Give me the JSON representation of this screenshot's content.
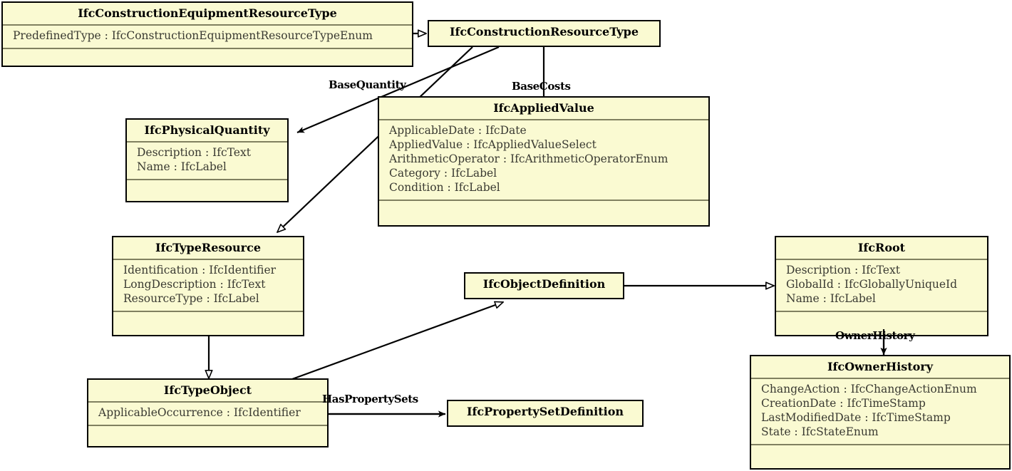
{
  "diagram": {
    "kind": "uml-class-diagram",
    "colors": {
      "class_fill": "#fafad2",
      "class_border": "#000000",
      "compartment_separator": "#808060",
      "edge": "#000000",
      "attribute_text": "#3a3a32",
      "background": "#ffffff"
    },
    "classes": [
      {
        "id": "IfcConstructionEquipmentResourceType",
        "name": "IfcConstructionEquipmentResourceType",
        "attributes": [
          "PredefinedType : IfcConstructionEquipmentResourceTypeEnum"
        ],
        "has_operations_compartment": true
      },
      {
        "id": "IfcConstructionResourceType",
        "name": "IfcConstructionResourceType",
        "attributes": [],
        "has_operations_compartment": false
      },
      {
        "id": "IfcPhysicalQuantity",
        "name": "IfcPhysicalQuantity",
        "attributes": [
          "Description : IfcText",
          "Name : IfcLabel"
        ],
        "has_operations_compartment": true
      },
      {
        "id": "IfcAppliedValue",
        "name": "IfcAppliedValue",
        "attributes": [
          "ApplicableDate : IfcDate",
          "AppliedValue : IfcAppliedValueSelect",
          "ArithmeticOperator : IfcArithmeticOperatorEnum",
          "Category : IfcLabel",
          "Condition : IfcLabel"
        ],
        "has_operations_compartment": true
      },
      {
        "id": "IfcTypeResource",
        "name": "IfcTypeResource",
        "attributes": [
          "Identification : IfcIdentifier",
          "LongDescription : IfcText",
          "ResourceType : IfcLabel"
        ],
        "has_operations_compartment": true
      },
      {
        "id": "IfcObjectDefinition",
        "name": "IfcObjectDefinition",
        "attributes": [],
        "has_operations_compartment": false
      },
      {
        "id": "IfcRoot",
        "name": "IfcRoot",
        "attributes": [
          "Description : IfcText",
          "GlobalId : IfcGloballyUniqueId",
          "Name : IfcLabel"
        ],
        "has_operations_compartment": true
      },
      {
        "id": "IfcOwnerHistory",
        "name": "IfcOwnerHistory",
        "attributes": [
          "ChangeAction : IfcChangeActionEnum",
          "CreationDate : IfcTimeStamp",
          "LastModifiedDate : IfcTimeStamp",
          "State : IfcStateEnum"
        ],
        "has_operations_compartment": true
      },
      {
        "id": "IfcTypeObject",
        "name": "IfcTypeObject",
        "attributes": [
          "ApplicableOccurrence : IfcIdentifier"
        ],
        "has_operations_compartment": true
      },
      {
        "id": "IfcPropertySetDefinition",
        "name": "IfcPropertySetDefinition",
        "attributes": [],
        "has_operations_compartment": false
      }
    ],
    "relationships": [
      {
        "from": "IfcConstructionEquipmentResourceType",
        "to": "IfcConstructionResourceType",
        "type": "generalization",
        "label": ""
      },
      {
        "from": "IfcConstructionResourceType",
        "to": "IfcPhysicalQuantity",
        "type": "association",
        "label": "BaseQuantity"
      },
      {
        "from": "IfcConstructionResourceType",
        "to": "IfcAppliedValue",
        "type": "association",
        "label": "BaseCosts"
      },
      {
        "from": "IfcConstructionResourceType",
        "to": "IfcTypeResource",
        "type": "generalization",
        "label": ""
      },
      {
        "from": "IfcTypeResource",
        "to": "IfcTypeObject",
        "type": "generalization",
        "label": ""
      },
      {
        "from": "IfcTypeObject",
        "to": "IfcObjectDefinition",
        "type": "generalization",
        "label": ""
      },
      {
        "from": "IfcObjectDefinition",
        "to": "IfcRoot",
        "type": "generalization",
        "label": ""
      },
      {
        "from": "IfcRoot",
        "to": "IfcOwnerHistory",
        "type": "association",
        "label": "OwnerHistory"
      },
      {
        "from": "IfcTypeObject",
        "to": "IfcPropertySetDefinition",
        "type": "association",
        "label": "HasPropertySets"
      }
    ],
    "edge_labels": {
      "base_quantity": "BaseQuantity",
      "base_costs": "BaseCosts",
      "owner_history": "OwnerHistory",
      "has_property_sets": "HasPropertySets"
    }
  }
}
